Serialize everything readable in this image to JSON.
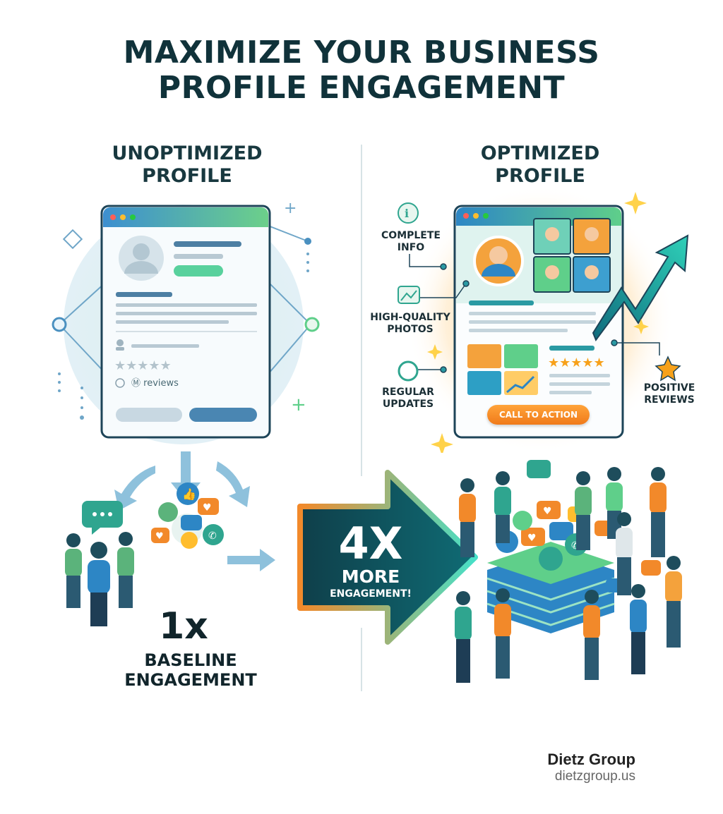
{
  "title": {
    "line1": "MAXIMIZE YOUR BUSINESS",
    "line2": "PROFILE ENGAGEMENT"
  },
  "left": {
    "heading_line1": "UNOPTIMIZED",
    "heading_line2": "PROFILE",
    "reviews_text": "Ⓜ reviews",
    "multiplier": "1x",
    "caption_line1": "BASELINE",
    "caption_line2": "ENGAGEMENT"
  },
  "right": {
    "heading_line1": "OPTIMIZED",
    "heading_line2": "PROFILE",
    "features": {
      "complete_info_1": "COMPLETE",
      "complete_info_2": "INFO",
      "photos_1": "HIGH-QUALITY",
      "photos_2": "PHOTOS",
      "updates_1": "REGULAR",
      "updates_2": "UPDATES",
      "reviews_1": "POSITIVE",
      "reviews_2": "REVIEWS"
    },
    "cta_label": "CALL TO ACTION"
  },
  "arrow": {
    "multiplier": "4X",
    "line1": "MORE",
    "line2": "ENGAGEMENT!"
  },
  "brand": {
    "name": "Dietz Group",
    "url": "dietzgroup.us"
  },
  "colors": {
    "title": "#10323a",
    "teal": "#1f8a95",
    "green": "#5fcf8a",
    "orange": "#f2892a",
    "arrow_dark": "#0f4b57"
  }
}
